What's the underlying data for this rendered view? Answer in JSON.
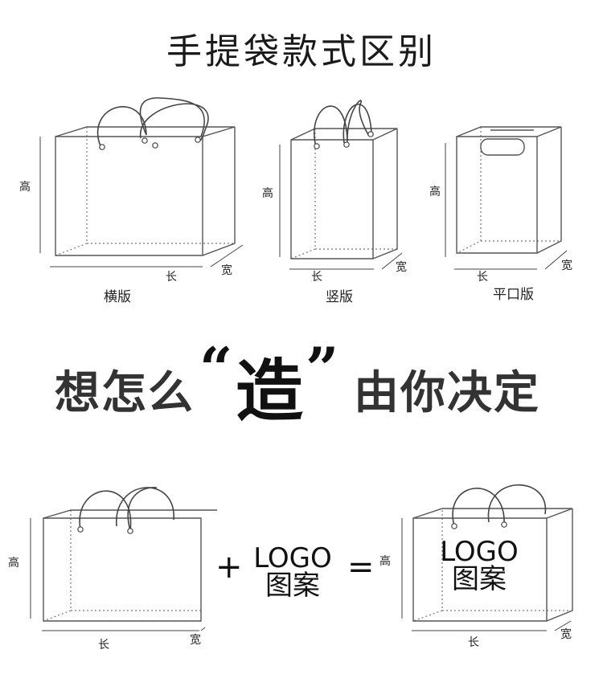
{
  "title": "手提袋款式区别",
  "dims": {
    "height": "高",
    "length": "长",
    "width": "宽"
  },
  "styles": [
    {
      "label": "横版"
    },
    {
      "label": "竖版"
    },
    {
      "label": "平口版"
    }
  ],
  "slogan": {
    "before": "想怎么",
    "open_quote": "“",
    "emphasis": "造",
    "close_quote": "”",
    "after": "由你决定"
  },
  "equation": {
    "plus": "+",
    "logo_line1": "LOGO",
    "logo_line2": "图案",
    "equals": "="
  },
  "result": {
    "logo_line1": "LOGO",
    "logo_line2": "图案"
  }
}
